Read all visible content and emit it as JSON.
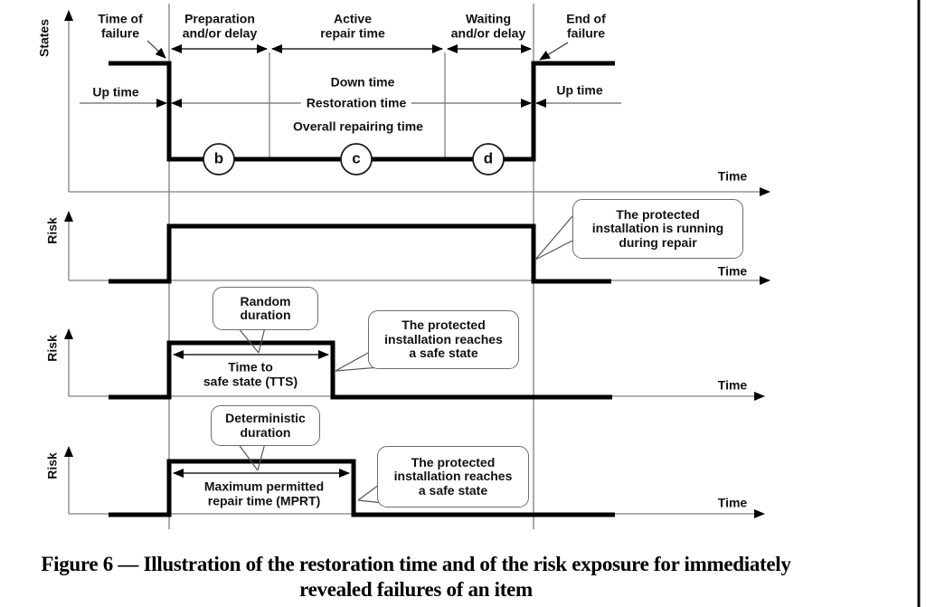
{
  "figure": {
    "caption": "Figure 6 — Illustration of the restoration time and of the risk exposure for immediately\nrevealed failures of an item"
  },
  "panels": {
    "states": {
      "y_axis_label": "States",
      "x_axis_label": "Time",
      "annotations": {
        "time_of_failure": "Time of\nfailure",
        "preparation": "Preparation\nand/or delay",
        "active_repair": "Active\nrepair time",
        "waiting": "Waiting\nand/or delay",
        "end_of_failure": "End of\nfailure",
        "up_time_left": "Up time",
        "up_time_right": "Up time",
        "down_time": "Down time",
        "restoration_time": "Restoration time",
        "overall_repairing_time": "Overall repairing time"
      },
      "markers": {
        "b": "b",
        "c": "c",
        "d": "d"
      }
    },
    "risk_running": {
      "y_axis_label": "Risk",
      "x_axis_label": "Time",
      "callout": "The protected\ninstallation is running\nduring repair"
    },
    "risk_tts": {
      "y_axis_label": "Risk",
      "x_axis_label": "Time",
      "duration_callout": "Random\nduration",
      "interval_label": "Time to\nsafe state (TTS)",
      "safe_state_callout": "The protected\ninstallation reaches\na safe state"
    },
    "risk_mprt": {
      "y_axis_label": "Risk",
      "x_axis_label": "Time",
      "duration_callout": "Deterministic\nduration",
      "interval_label": "Maximum permitted\nrepair time (MPRT)",
      "safe_state_callout": "The protected\ninstallation reaches\na safe state"
    }
  },
  "colors": {
    "curve": "#000000",
    "thin_line": "#808080",
    "callout_border": "#6e6e6e",
    "text": "#111111"
  }
}
